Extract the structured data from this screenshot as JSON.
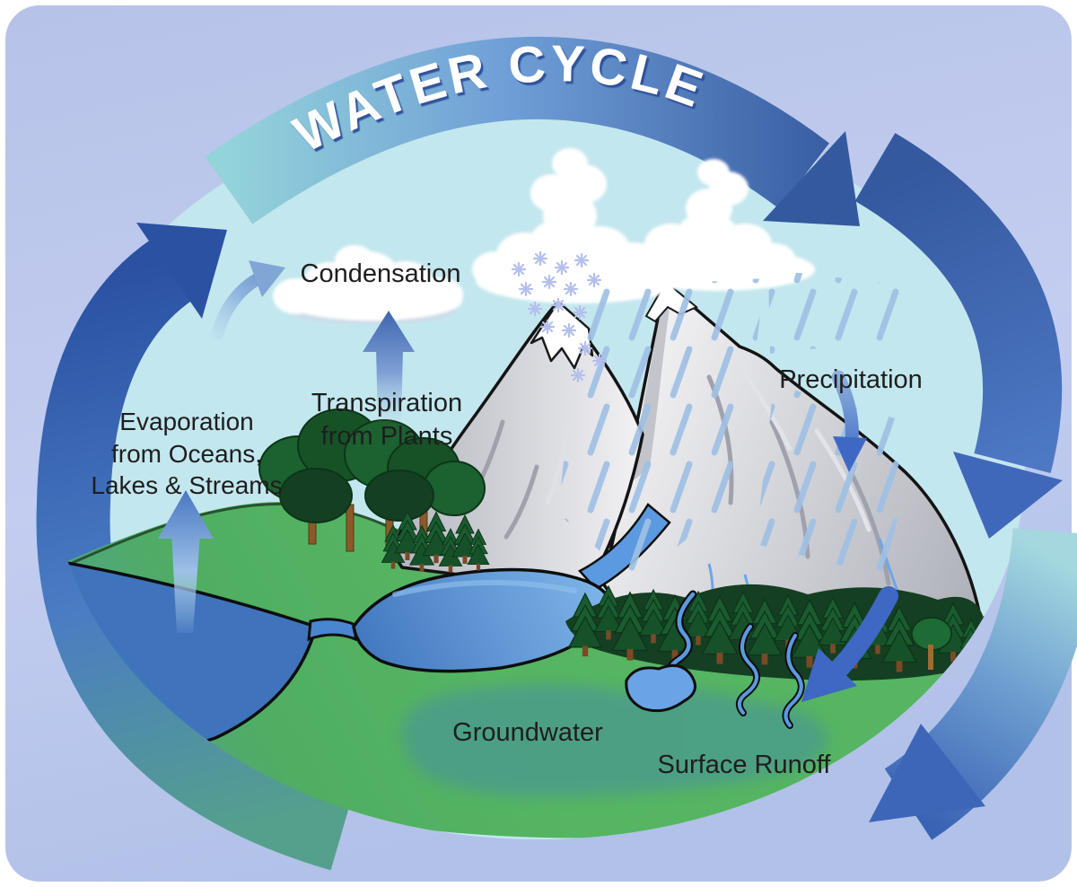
{
  "title": "WATER CYCLE",
  "labels": {
    "condensation": "Condensation",
    "evaporation": "Evaporation\nfrom Oceans,\nLakes & Streams",
    "transpiration": "Transpiration\nfrom Plants",
    "precipitation": "Precipitation",
    "groundwater": "Groundwater",
    "surface_runoff": "Surface Runoff"
  },
  "colors": {
    "outer_background": "#bac6ea",
    "sky_dome": "#c3e7ee",
    "band_teal": "#93d3da",
    "arrow_blue": "#4a74c0",
    "arrow_blue_dark": "#2b51a3",
    "arrow_teal": "#55a08c",
    "grass_green": "#55b562",
    "grass_teal_edge": "#51a08b",
    "water_blue": "#3f74bd",
    "groundwater_teal": "#4c9a8e",
    "mountain_gray": "#c9cbd2",
    "tree_green": "#1a5c30",
    "rain_blue": "#9fc0e4",
    "snowflake_blue": "#b3bfec",
    "title_text": "#ffffff",
    "label_text": "#1e1e1e"
  }
}
